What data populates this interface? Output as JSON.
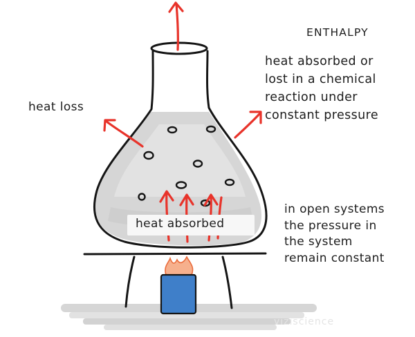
{
  "title": "ENTHALPY",
  "definition": {
    "lines": [
      "heat absorbed or",
      "lost in a chemical",
      "reaction under",
      "constant pressure"
    ]
  },
  "labels": {
    "heat_loss": "heat loss",
    "heat_absorbed": "heat absorbed"
  },
  "note": {
    "lines": [
      "in open systems",
      "the pressure in",
      "the system",
      "remain constant"
    ]
  },
  "watermark": "viziscience",
  "colors": {
    "arrow": "#e8332a",
    "outline": "#151515",
    "liquid": "#d9d9d9",
    "burner": "#3f7fc9",
    "flame": "#f3a07a",
    "ground": "#cfcfcf"
  },
  "icons": [
    "flask-icon",
    "burner-icon",
    "flame-icon",
    "heat-arrow-icon"
  ]
}
